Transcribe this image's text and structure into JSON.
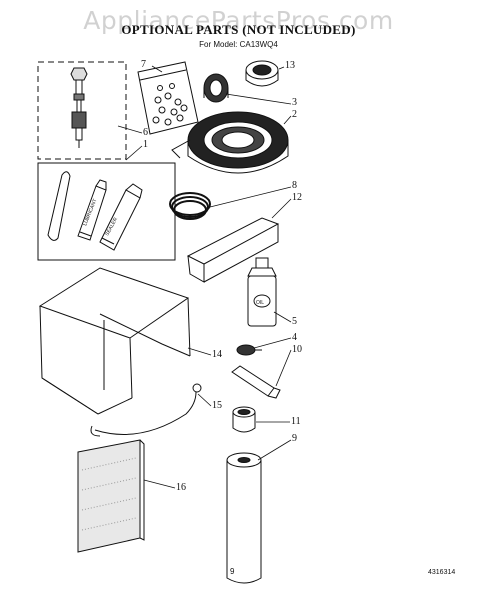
{
  "watermark": "AppliancePartsPros.com",
  "title": "OPTIONAL PARTS (NOT INCLUDED)",
  "model": "For Model: CA13WQ4",
  "callouts": [
    "7",
    "13",
    "3",
    "2",
    "6",
    "1",
    "8",
    "12",
    "5",
    "4",
    "10",
    "14",
    "15",
    "11",
    "9",
    "16"
  ],
  "labels": {
    "tube_a": "LUBRICANT",
    "tube_b": "SEALER",
    "oil_bottle": "OIL"
  },
  "page_number": "9",
  "doc_number": "4316314"
}
